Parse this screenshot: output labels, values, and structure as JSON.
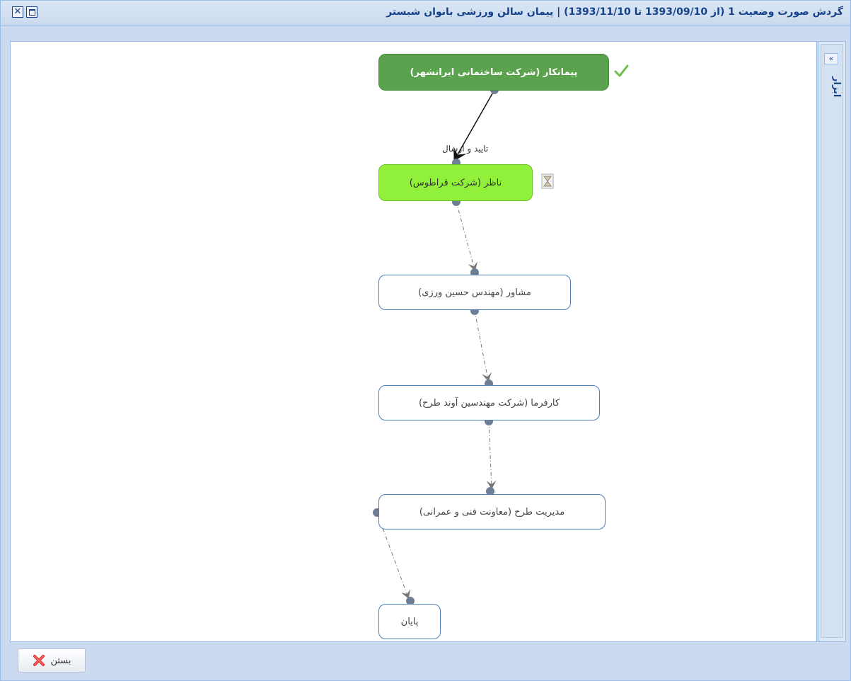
{
  "window": {
    "title": "گردش صورت وضعیت 1 (از 1393/09/10 تا 1393/11/10) | پیمان سالن ورزشی بانوان شبستر",
    "close_symbol": "✕"
  },
  "side_panel": {
    "label": "ابزار",
    "collapse_symbol": "«"
  },
  "workflow": {
    "nodes": [
      {
        "label": "پیمانکار (شرکت ساختمانی ایرانشهر)",
        "state": "done",
        "status_icon": "check-icon"
      },
      {
        "label": "ناظر (شرکت قراطوس)",
        "state": "active",
        "status_icon": "hourglass-icon"
      },
      {
        "label": "مشاور (مهندس حسین ورزی)",
        "state": "pending"
      },
      {
        "label": "کارفرما (شرکت مهندسین آوند طرح)",
        "state": "pending"
      },
      {
        "label": "مدیریت طرح (معاونت فنی و عمرانی)",
        "state": "pending"
      },
      {
        "label": "پایان",
        "state": "pending"
      }
    ],
    "edge_label": "تایید و ارسال"
  },
  "footer": {
    "close_button_label": "بستن"
  },
  "colors": {
    "done": "#5aa24d",
    "active": "#90f03a",
    "pending_border": "#4f7fb8",
    "title": "#15428b"
  }
}
